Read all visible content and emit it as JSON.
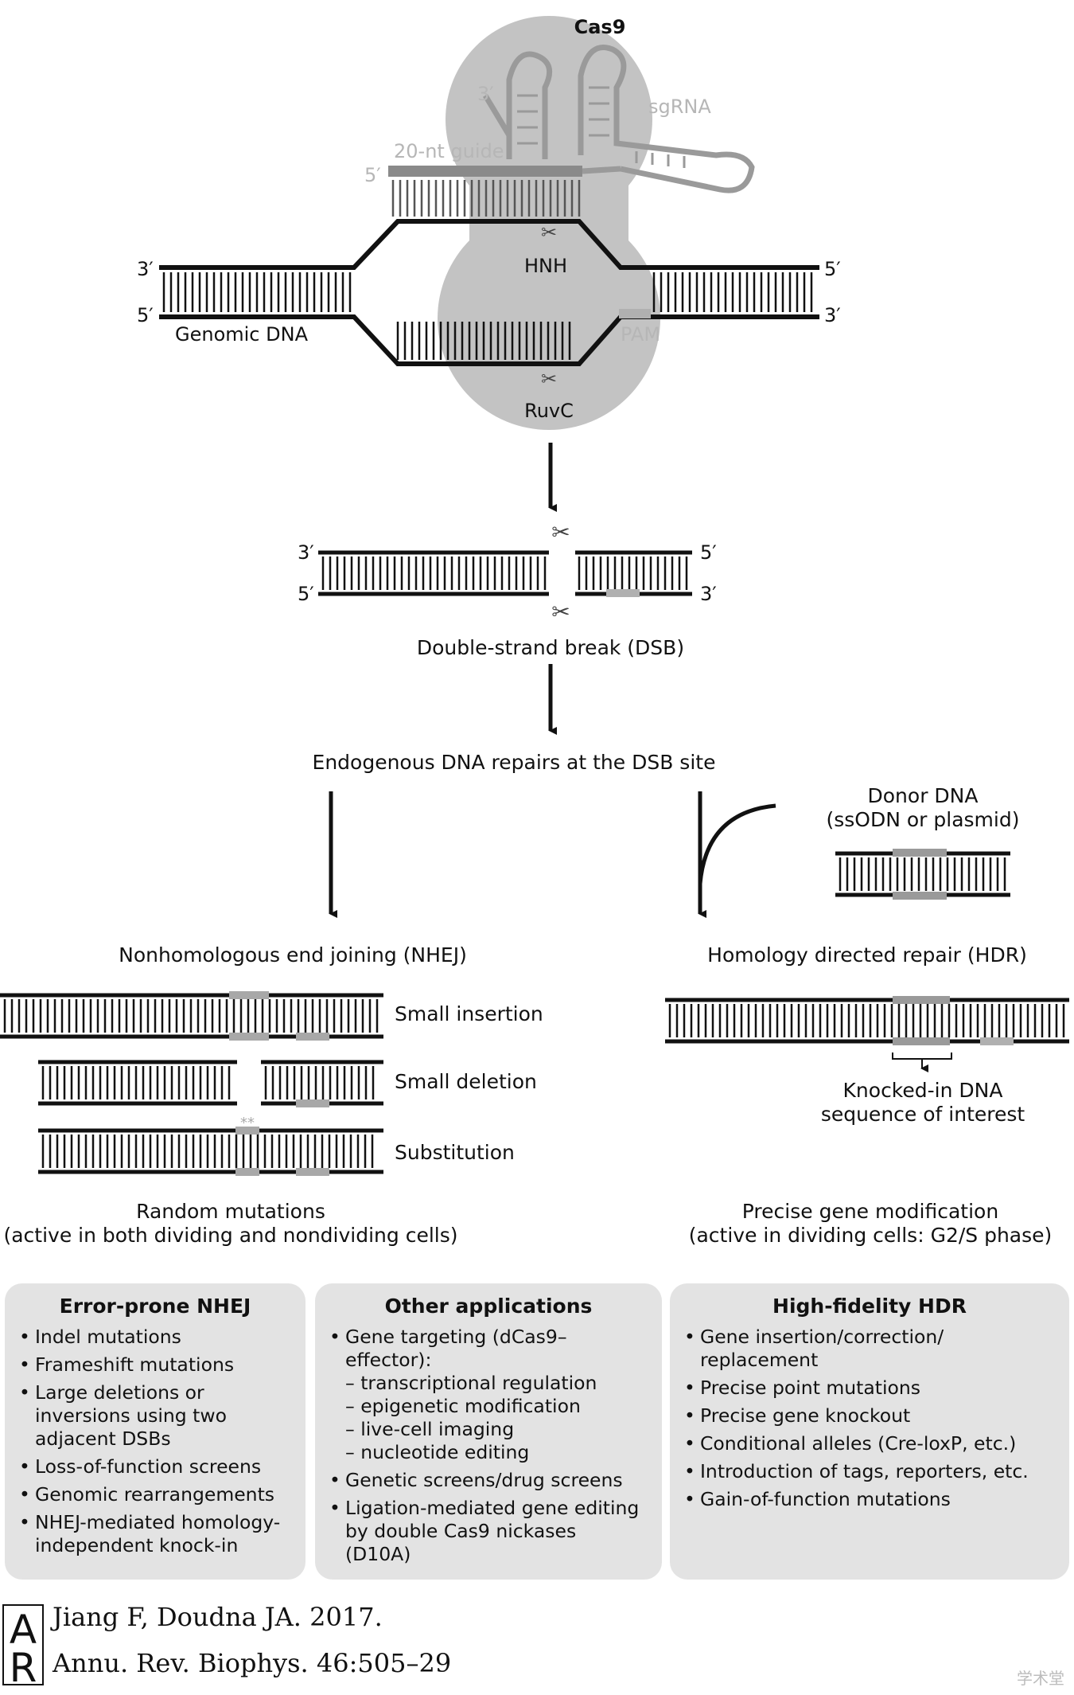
{
  "top_diagram": {
    "cas9_label": "Cas9",
    "sgrna_label": "sgRNA",
    "guide_label": "20-nt guide",
    "three_prime_rna": "3′",
    "five_prime_guide": "5′",
    "hnh_label": "HNH",
    "ruvc_label": "RuvC",
    "pam_label": "PAM",
    "genomic_dna_label": "Genomic DNA",
    "left_top_end": "3′",
    "left_bottom_end": "5′",
    "right_top_end": "5′",
    "right_bottom_end": "3′"
  },
  "dsb": {
    "left_top_end": "3′",
    "left_bottom_end": "5′",
    "right_top_end": "5′",
    "right_bottom_end": "3′",
    "caption": "Double-strand break (DSB)"
  },
  "repair_caption": "Endogenous DNA repairs at the DSB site",
  "donor": {
    "title": "Donor DNA",
    "subtitle": "(ssODN or plasmid)"
  },
  "nhej": {
    "title": "Nonhomologous end joining (NHEJ)",
    "outcomes": [
      "Small insertion",
      "Small deletion",
      "Substitution"
    ],
    "result_line1": "Random mutations",
    "result_line2": "(active in both dividing and nondividing cells)"
  },
  "hdr": {
    "title": "Homology directed repair (HDR)",
    "knockin_line1": "Knocked-in DNA",
    "knockin_line2": "sequence of interest",
    "result_line1": "Precise gene modification",
    "result_line2": "(active in dividing cells: G2/S phase)"
  },
  "boxes": {
    "nhej_box": {
      "title": "Error-prone NHEJ",
      "items": [
        "Indel mutations",
        "Frameshift mutations",
        "Large deletions or inversions using two adjacent DSBs",
        "Loss-of-function screens",
        "Genomic rearrangements",
        "NHEJ-mediated homology-independent knock-in"
      ]
    },
    "other_box": {
      "title": "Other applications",
      "gene_targeting": "Gene targeting (dCas9–effector):",
      "gene_targeting_sub": [
        "– transcriptional regulation",
        "– epigenetic modification",
        "– live-cell imaging",
        "– nucleotide editing"
      ],
      "items": [
        "Genetic screens/drug screens",
        "Ligation-mediated gene editing by double Cas9 nickases (D10A)"
      ]
    },
    "hdr_box": {
      "title": "High-fidelity HDR",
      "items": [
        "Gene insertion/correction/ replacement",
        "Precise point mutations",
        "Precise gene knockout",
        "Conditional alleles (Cre-loxP, etc.)",
        "Introduction of tags, reporters, etc.",
        "Gain-of-function mutations"
      ]
    }
  },
  "citation": {
    "line1": "Jiang F, Doudna JA. 2017.",
    "line2": "Annu. Rev. Biophys. 46:505–29",
    "logo_letters": "AR"
  },
  "watermark": "学术堂",
  "colors": {
    "cas9_fill": "#c3c3c3",
    "box_fill": "#e3e3e3",
    "strand": "#111111",
    "highlight": "#a8a8a8"
  }
}
